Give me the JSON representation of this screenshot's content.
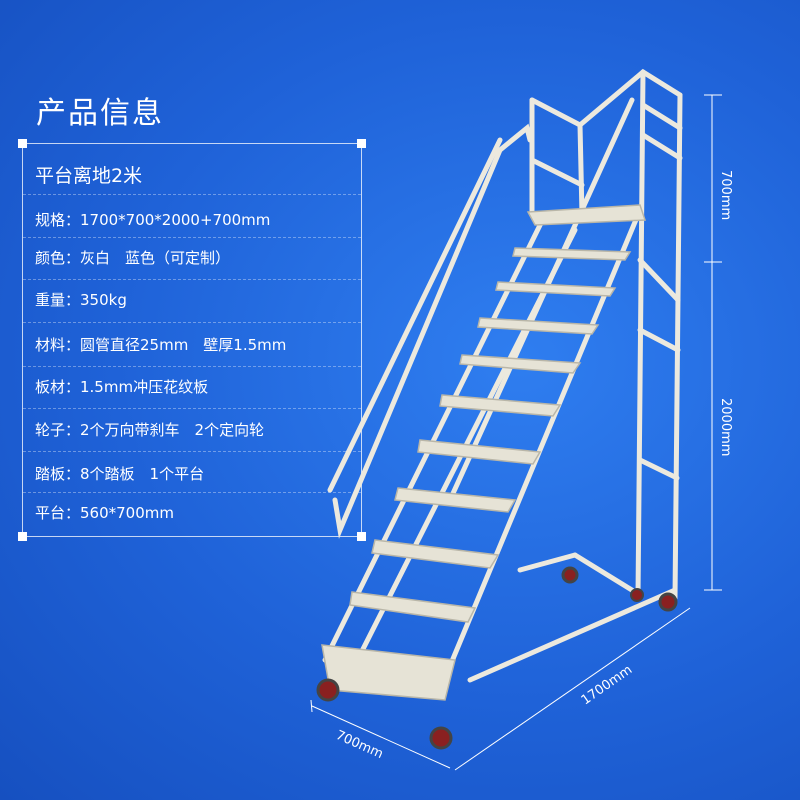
{
  "title": "产品信息",
  "specs": [
    "平台离地2米",
    "规格：1700*700*2000+700mm",
    "颜色：灰白　蓝色（可定制）",
    "重量：350kg",
    "材料：圆管直径25mm　壁厚1.5mm",
    "板材：1.5mm冲压花纹板",
    "轮子：2个万向带刹车　2个定向轮",
    "踏板：8个踏板　1个平台",
    "平台：560*700mm"
  ],
  "dimensions": {
    "top_height": "700mm",
    "main_height": "2000mm",
    "length": "1700mm",
    "width": "700mm"
  },
  "colors": {
    "background": "#1f62d8",
    "ladder": "#ece9de",
    "ladder_edge": "#b9b6a8",
    "wheel": "#8a2020"
  }
}
